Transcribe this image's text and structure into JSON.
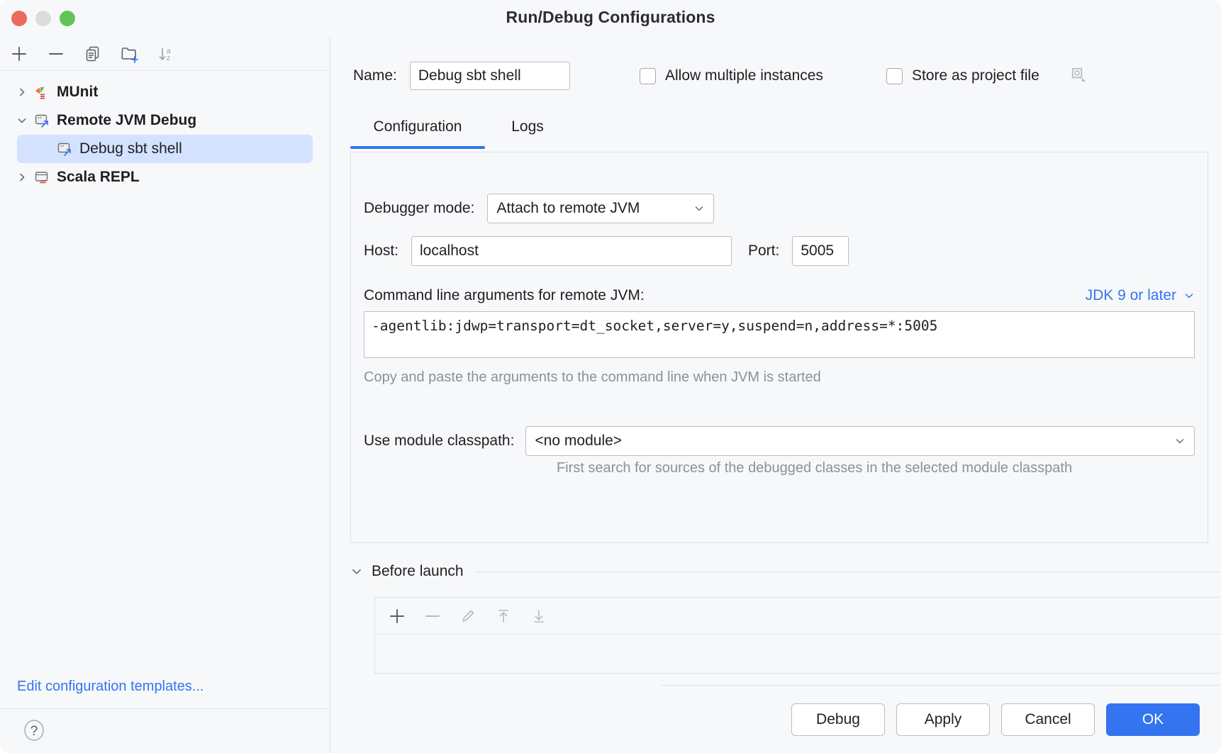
{
  "window": {
    "title": "Run/Debug Configurations",
    "traffic_lights": [
      "close-button",
      "minimize-button",
      "zoom-button"
    ]
  },
  "left_panel": {
    "toolbar": [
      {
        "name": "add-configuration-button",
        "icon": "plus-icon"
      },
      {
        "name": "remove-configuration-button",
        "icon": "minus-icon"
      },
      {
        "name": "copy-configuration-button",
        "icon": "copy-icon"
      },
      {
        "name": "create-folder-button",
        "icon": "folder-add-icon"
      },
      {
        "name": "sort-alphabetically-button",
        "icon": "sort-az-icon"
      }
    ],
    "tree": [
      {
        "label": "MUnit",
        "icon": "munit-icon",
        "expanded": false,
        "twisty": "chevron-right-icon",
        "selected": false,
        "level": 0
      },
      {
        "label": "Remote JVM Debug",
        "icon": "remote-jvm-debug-icon",
        "expanded": true,
        "twisty": "chevron-down-icon",
        "selected": false,
        "level": 0
      },
      {
        "label": "Debug sbt shell",
        "icon": "remote-jvm-debug-icon",
        "expanded": false,
        "twisty": "",
        "selected": true,
        "level": 1
      },
      {
        "label": "Scala REPL",
        "icon": "scala-repl-icon",
        "expanded": false,
        "twisty": "chevron-right-icon",
        "selected": false,
        "level": 0
      }
    ],
    "edit_templates_link": "Edit configuration templates...",
    "help_icon": "help-question-icon"
  },
  "form": {
    "name_label": "Name:",
    "name_value": "Debug sbt shell",
    "allow_multiple_instances": {
      "label": "Allow multiple instances",
      "checked": false
    },
    "store_as_project_file": {
      "label": "Store as project file",
      "checked": false,
      "gear_icon": "gear-icon"
    }
  },
  "tabs": {
    "items": [
      {
        "label": "Configuration",
        "active": true
      },
      {
        "label": "Logs",
        "active": false
      }
    ],
    "active_color": "#3574f0"
  },
  "configuration": {
    "debugger_mode_label": "Debugger mode:",
    "debugger_mode_value": "Attach to remote JVM",
    "host_label": "Host:",
    "host_value": "localhost",
    "port_label": "Port:",
    "port_value": "5005",
    "args_label": "Command line arguments for remote JVM:",
    "jdk_selector_label": "JDK 9 or later",
    "args_value": "-agentlib:jdwp=transport=dt_socket,server=y,suspend=n,address=*:5005",
    "args_hint": "Copy and paste the arguments to the command line when JVM is started",
    "classpath_label": "Use module classpath:",
    "classpath_value": "<no module>",
    "classpath_hint": "First search for sources of the debugged classes in the selected module classpath"
  },
  "before_launch": {
    "title": "Before launch",
    "twisty": "chevron-down-icon",
    "toolbar": [
      {
        "name": "add-task-button",
        "icon": "plus-icon",
        "enabled": true
      },
      {
        "name": "remove-task-button",
        "icon": "minus-icon",
        "enabled": false
      },
      {
        "name": "edit-task-button",
        "icon": "pencil-icon",
        "enabled": false
      },
      {
        "name": "move-up-button",
        "icon": "arrow-up-icon",
        "enabled": false
      },
      {
        "name": "move-down-button",
        "icon": "arrow-down-icon",
        "enabled": false
      }
    ]
  },
  "footer": {
    "debug_label": "Debug",
    "apply_label": "Apply",
    "cancel_label": "Cancel",
    "ok_label": "OK",
    "primary_color": "#3574f0"
  }
}
